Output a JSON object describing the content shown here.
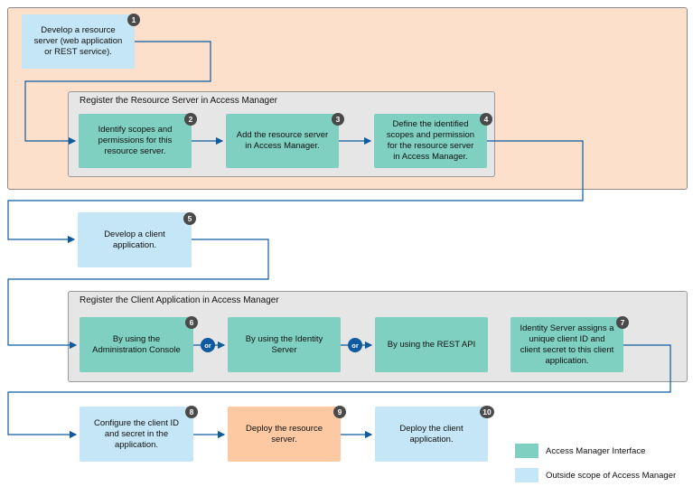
{
  "groups": {
    "register_resource_server": "Register the Resource Server in Access Manager",
    "register_client_application": "Register the Client Application in Access Manager"
  },
  "steps": {
    "s1": {
      "number": "1",
      "text": "Develop a resource server (web application or REST service)."
    },
    "s2": {
      "number": "2",
      "text": "Identify scopes and permissions for this resource server."
    },
    "s3": {
      "number": "3",
      "text": "Add the resource server in Access Manager."
    },
    "s4": {
      "number": "4",
      "text": "Define the identified scopes and permission for the resource server in Access Manager."
    },
    "s5": {
      "number": "5",
      "text": "Develop a client application."
    },
    "s6": {
      "number": "6",
      "text": "By using the Administration Console"
    },
    "s6b": {
      "text": "By using the Identity Server"
    },
    "s6c": {
      "text": "By using the REST API"
    },
    "s7": {
      "number": "7",
      "text": "Identity Server assigns a unique client ID and client secret to this client application."
    },
    "s8": {
      "number": "8",
      "text": "Configure the client ID and secret in the application."
    },
    "s9": {
      "number": "9",
      "text": "Deploy the resource server."
    },
    "s10": {
      "number": "10",
      "text": "Deploy the client application."
    }
  },
  "or_label": "or",
  "legend": {
    "access_manager_interface": {
      "label": "Access Manager Interface",
      "color": "#7fd0c1"
    },
    "outside_scope": {
      "label": "Outside scope of Access Manager",
      "color": "#c4e6f6"
    }
  },
  "colors": {
    "green": "#7fd0c1",
    "blue": "#c4e6f6",
    "orange": "#fcc9a3",
    "peach_background": "#fde0cc",
    "arrow": "#0d5aa0"
  }
}
